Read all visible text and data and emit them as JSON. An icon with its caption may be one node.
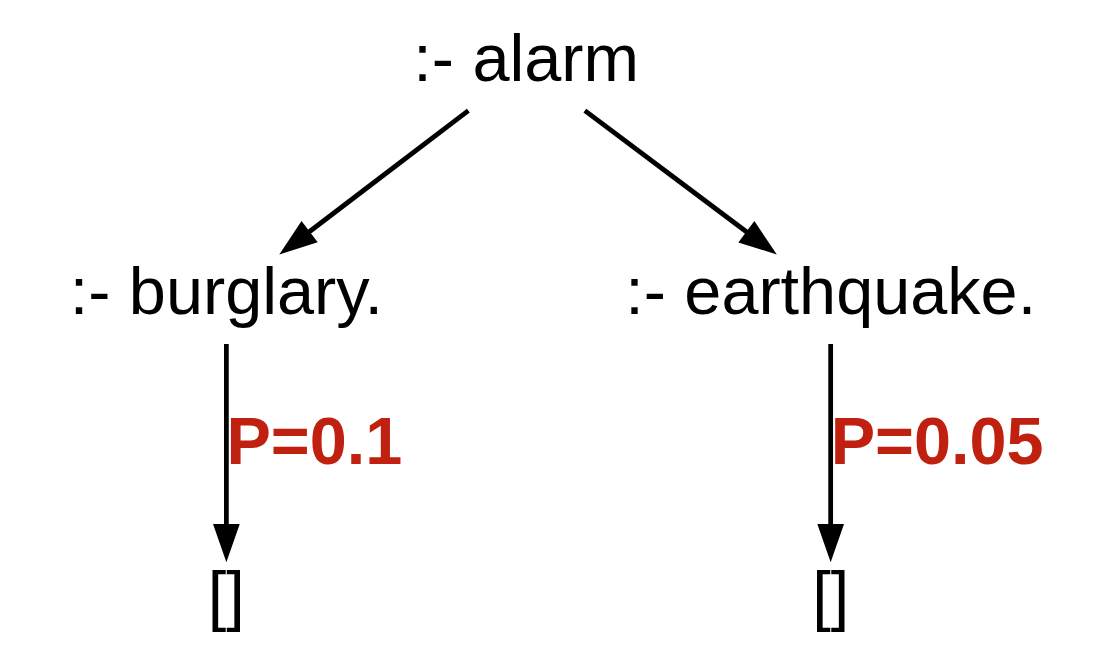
{
  "diagram": {
    "nodes": [
      {
        "text": [
          ":- alarm"
        ]
      },
      {
        "text": [
          ":- burglary."
        ]
      },
      {
        "text": [
          ":- earthquake."
        ]
      },
      {
        "text": [
          "[]"
        ]
      },
      {
        "text": [
          "[]"
        ]
      }
    ],
    "edges": [
      {
        "from": 0,
        "to": 1,
        "arrow": "to"
      },
      {
        "from": 0,
        "to": 2,
        "arrow": "to"
      },
      {
        "from": 1,
        "to": 3,
        "arrow": "to",
        "label": "P=0.1"
      },
      {
        "from": 2,
        "to": 4,
        "arrow": "to",
        "label": "P=0.05"
      }
    ]
  }
}
